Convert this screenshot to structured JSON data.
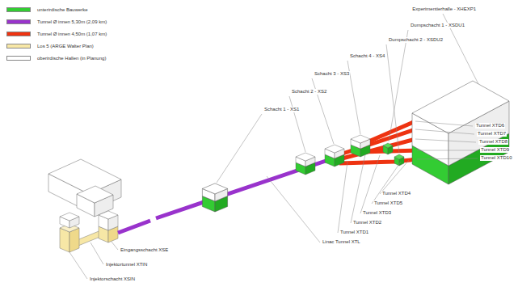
{
  "diagram": {
    "labels": [
      "Experimentierhalle - XHEXP1",
      "Dumpschacht 1 - XSDU1",
      "Dumpschacht 2 - XSDU2",
      "Schacht 4 - XS4",
      "Schacht 3 - XS3",
      "Schacht 2 - XS2",
      "Schacht 1 - XS1",
      "Tunnel XTD6",
      "Tunnel XTD7",
      "Tunnel XTD8",
      "Tunnel XTD9",
      "Tunnel XTD10",
      "Tunnel XTD4",
      "Tunnel XTD5",
      "Tunnel XTD3",
      "Tunnel XTD2",
      "Tunnel XTD1",
      "Linac Tunnel XTL",
      "Eingangsschacht XSE",
      "Injektortunnel XTIN",
      "Injektorschacht XSIN"
    ],
    "legend": [
      {
        "text": "unterirdische Bauwerke",
        "color": "#33cc33"
      },
      {
        "text": "Tunnel Ø innen 5,30m (2,09 km)",
        "color": "#9933cc"
      },
      {
        "text": "Tunnel Ø innen 4,50m (1,07 km)",
        "color": "#ee3311"
      },
      {
        "text": "Los 5 (ARGE Walter Plan)",
        "color": "#f7e7a6"
      },
      {
        "text": "oberirdische Hallen (in Planung)",
        "color": "#ffffff"
      }
    ]
  }
}
